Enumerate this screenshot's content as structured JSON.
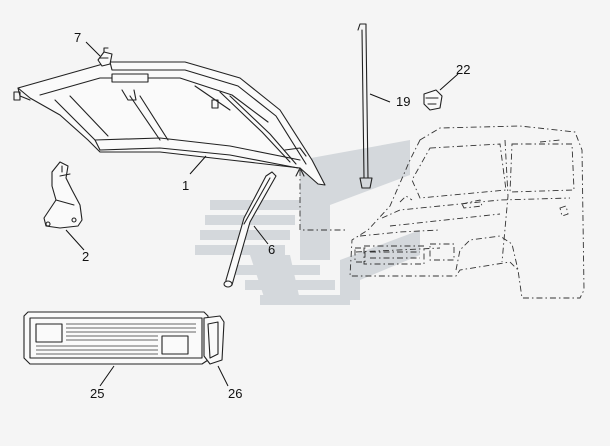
{
  "diagram": {
    "callouts": {
      "c1": "1",
      "c2": "2",
      "c6": "6",
      "c7": "7",
      "c19": "19",
      "c22": "22",
      "c25": "25",
      "c26": "26"
    },
    "watermark_color": "#cfd4d8"
  }
}
